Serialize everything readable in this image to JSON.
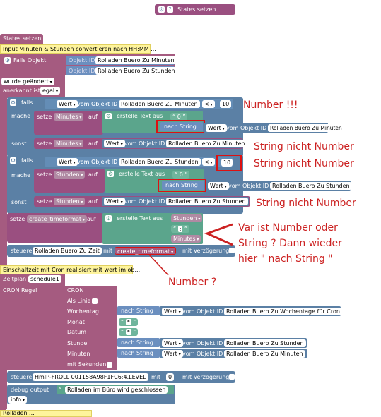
{
  "top_bar": {
    "label": "States setzen",
    "dots": "..."
  },
  "function_label": "States setzen",
  "comment1": "Input Minuten & Stunden convertieren nach HH:MM ...",
  "trigger": {
    "label": "Falls Objekt",
    "objektid": "Objekt ID",
    "obj1": "Rolladen Buero Zu Minuten",
    "obj2": "Rolladen Buero Zu Stunden",
    "wurde": "wurde geändert",
    "anerkannt": "anerkannt ist",
    "egal": "egal"
  },
  "block1": {
    "falls": "falls",
    "wert": "Wert",
    "vom": "vom Objekt ID",
    "obj": "Rolladen Buero Zu Minuten",
    "op": "<",
    "num": "10",
    "mache": "mache",
    "setze": "setze",
    "var": "Minutes",
    "auf": "auf",
    "erstelle": "erstelle Text aus",
    "zero": "0",
    "nach_string": "nach String",
    "sonst": "sonst"
  },
  "block2": {
    "obj": "Rolladen Buero Zu Stunden",
    "num": "10",
    "var": "Stunden"
  },
  "block3": {
    "var": "create_timeformat",
    "stunden": "Stunden",
    "colon": ":",
    "minutes": "Minutes"
  },
  "steuere1": {
    "label": "steuere",
    "obj": "Rolladen Buero Zu Zeit",
    "mit": "mit",
    "val": "create_timeformat",
    "delay": "mit Verzögerung"
  },
  "comment2": "Einschaltzeit mit Cron realisiert mit wert im ob...",
  "zeitplan": {
    "label": "Zeitplan",
    "name": "schedule1"
  },
  "cron": {
    "regel": "CRON Regel",
    "title": "CRON",
    "als_linie": "Als Linie",
    "wochentag": "Wochentag",
    "monat": "Monat",
    "datum": "Datum",
    "stunde": "Stunde",
    "minuten": "Minuten",
    "mit_sekunden": "mit Sekunden",
    "obj_wochentag": "Rolladen Buero Zu Wochentage für Cron",
    "obj_stunde": "Rolladen Buero Zu Stunden",
    "obj_minuten": "Rolladen Buero Zu Minuten",
    "star": "*"
  },
  "steuere2": {
    "obj": "HmIP-FROLL 001158A98F1FC6:4.LEVEL",
    "val": "0",
    "delay": "mit Verzögerung"
  },
  "debug": {
    "label": "debug output",
    "text": "Rolladen im Büro wird geschlossen",
    "level": "info"
  },
  "bottom_cut": "Rolladen    ...",
  "annotations": {
    "a1": "Number !!!",
    "a2": "String nicht Number",
    "a3": "String nicht Number",
    "a4": "String nicht Number",
    "a5_1": "Var ist Number oder",
    "a5_2": "String ? Dann wieder",
    "a5_3": "hier \" nach String \"",
    "a6": "Number ?"
  }
}
